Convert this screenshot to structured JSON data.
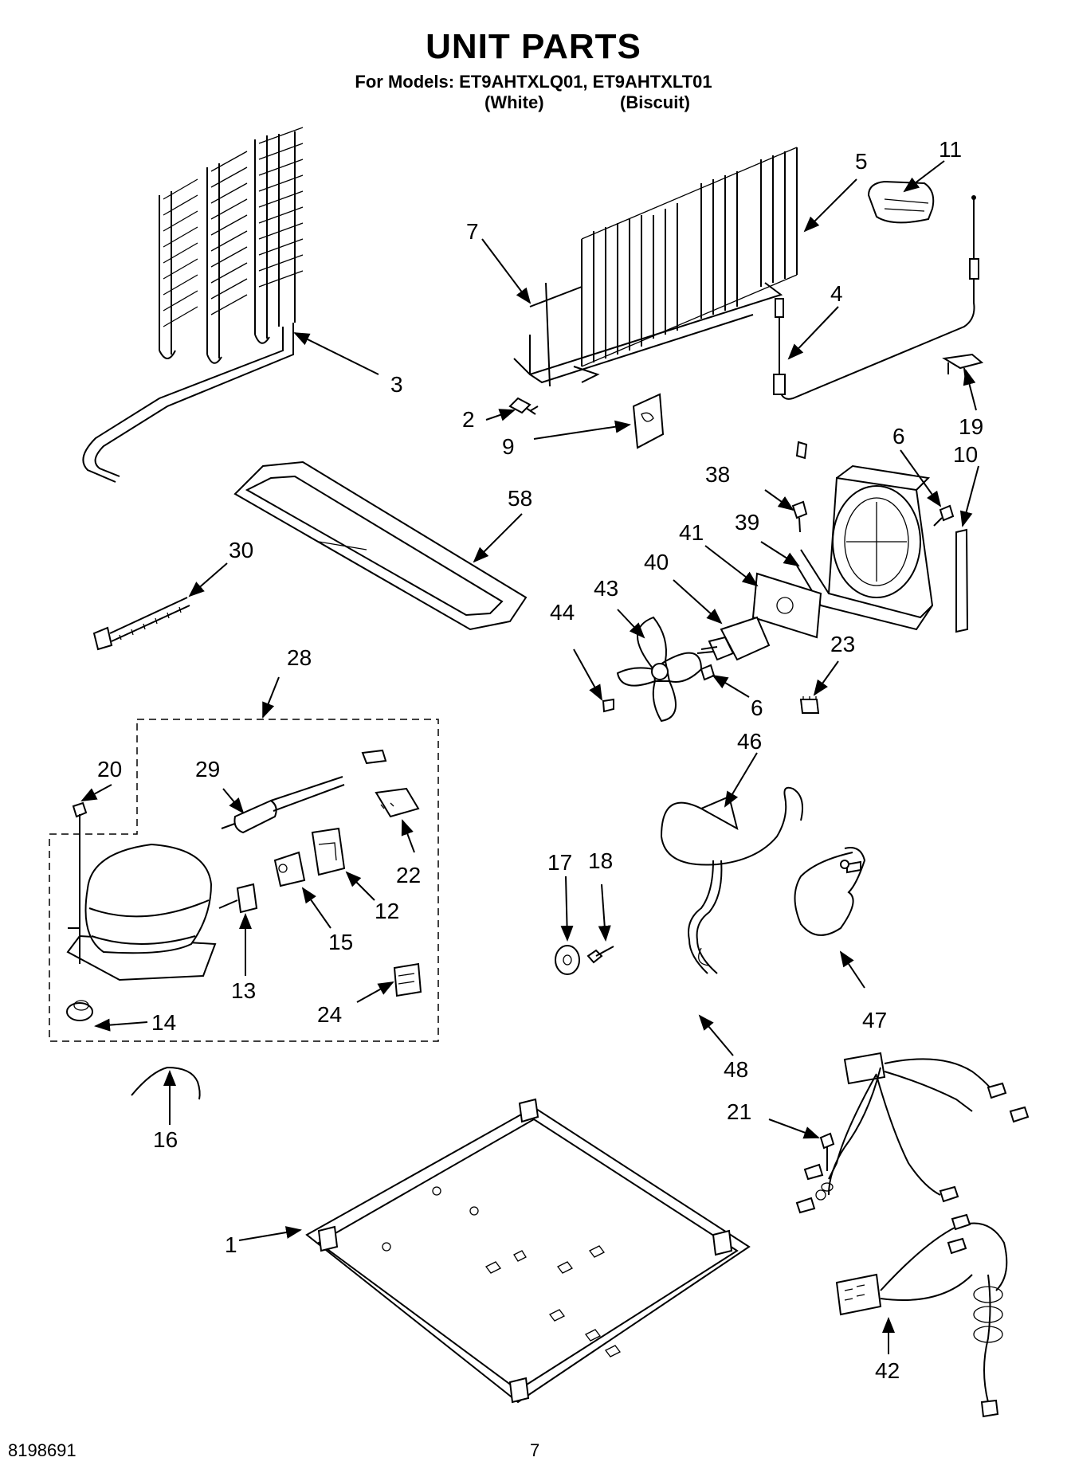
{
  "header": {
    "title": "UNIT PARTS",
    "models_line": "For Models: ET9AHTXLQ01, ET9AHTXLT01",
    "variant_white": "(White)",
    "variant_biscuit": "(Biscuit)"
  },
  "callouts": [
    "1",
    "2",
    "3",
    "4",
    "5",
    "6",
    "6",
    "7",
    "9",
    "10",
    "11",
    "12",
    "13",
    "14",
    "15",
    "16",
    "17",
    "18",
    "19",
    "20",
    "21",
    "22",
    "23",
    "24",
    "28",
    "29",
    "30",
    "38",
    "39",
    "40",
    "41",
    "42",
    "43",
    "44",
    "46",
    "47",
    "48",
    "58"
  ],
  "footer": {
    "doc_number": "8198691",
    "page_number": "7"
  }
}
